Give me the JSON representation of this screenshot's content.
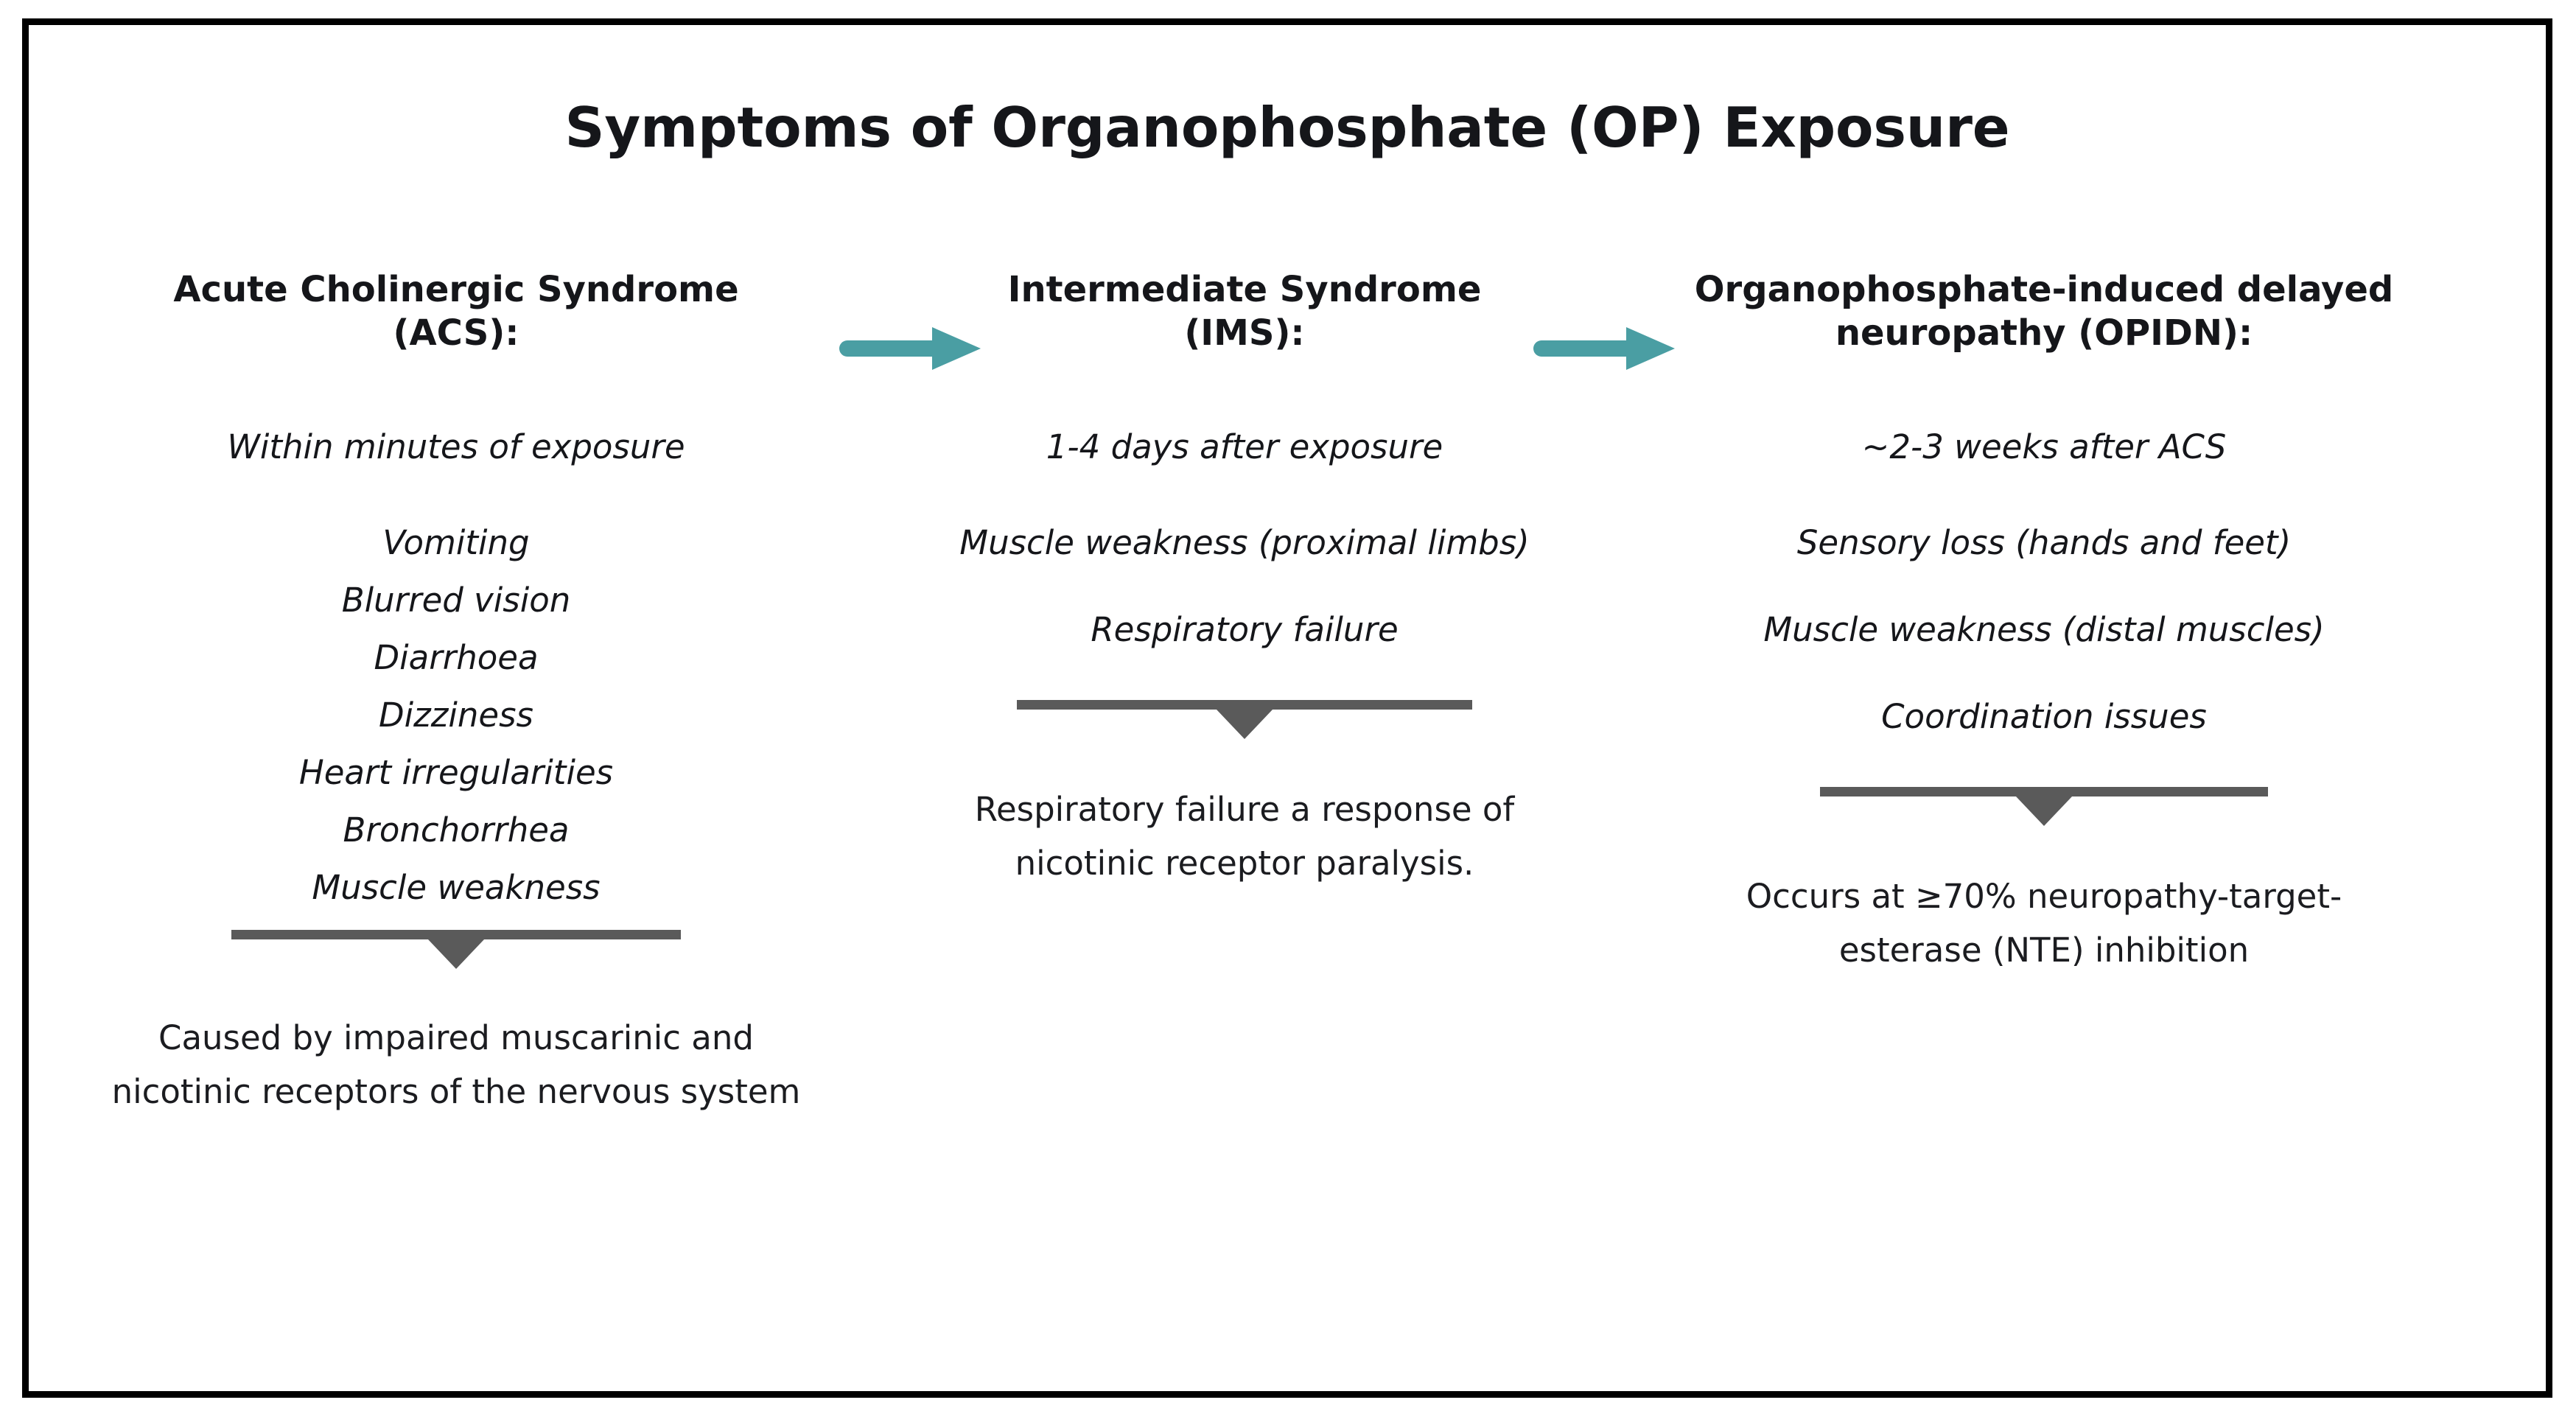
{
  "document": {
    "title": "Symptoms of Organophosphate (OP) Exposure",
    "border_color": "#000000",
    "background_color": "#ffffff",
    "text_color": "#15161a",
    "accent_color": "#4a9ea3",
    "divider_color": "#5a5a5a"
  },
  "flow": {
    "arrow_1": {
      "icon": "right-arrow-icon",
      "from": "Acute Cholinergic Syndrome (ACS):",
      "to": "Intermediate Syndrome (IMS):",
      "color": "#4a9ea3"
    },
    "arrow_2": {
      "icon": "right-arrow-icon",
      "from": "Intermediate Syndrome (IMS):",
      "to": "Organophosphate-induced delayed neuropathy (OPIDN):",
      "color": "#4a9ea3"
    }
  },
  "columns": [
    {
      "heading_line_1": "Acute Cholinergic Syndrome",
      "heading_line_2": "(ACS):",
      "timing": "Within minutes of exposure",
      "symptoms": [
        "Vomiting",
        "Blurred vision",
        "Diarrhoea",
        "Dizziness",
        "Heart irregularities",
        "Bronchorrhea",
        "Muscle weakness"
      ],
      "footnote": "Caused by impaired muscarinic and nicotinic receptors of the nervous system"
    },
    {
      "heading_line_1": "Intermediate Syndrome",
      "heading_line_2": "(IMS):",
      "timing": "1-4 days after exposure",
      "symptoms": [
        "Muscle weakness (proximal limbs)",
        "Respiratory failure"
      ],
      "footnote": "Respiratory failure a response of nicotinic receptor paralysis."
    },
    {
      "heading_line_1": "Organophosphate-induced delayed",
      "heading_line_2": "neuropathy (OPIDN):",
      "timing": "~2-3 weeks after ACS",
      "symptoms": [
        "Sensory loss (hands and feet)",
        "Muscle weakness (distal muscles)",
        "Coordination issues"
      ],
      "footnote": "Occurs at ≥70% neuropathy-target-esterase (NTE) inhibition"
    }
  ]
}
